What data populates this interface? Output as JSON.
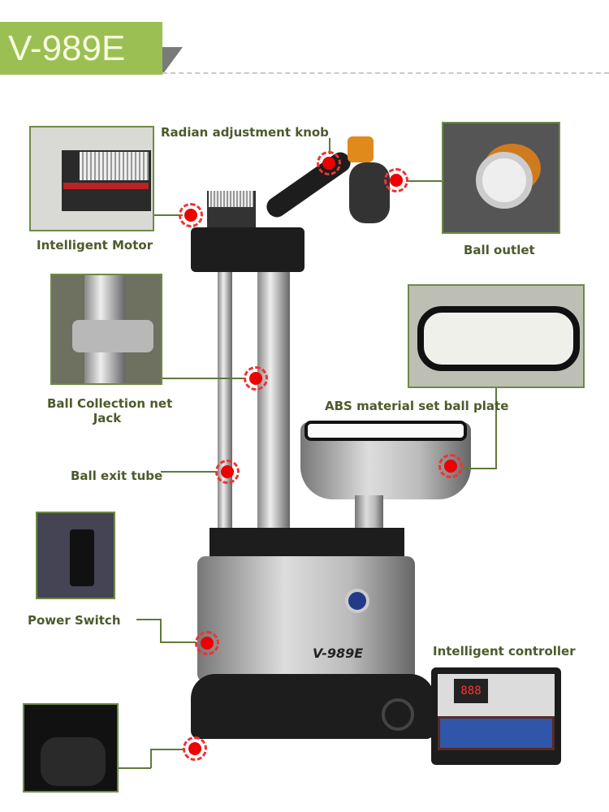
{
  "header": {
    "model": "V-989E"
  },
  "labels": {
    "radian_knob": "Radian adjustment knob",
    "motor": "Intelligent Motor",
    "ball_outlet": "Ball outlet",
    "collection_line1": "Ball Collection net",
    "collection_line2": "Jack",
    "abs_plate": "ABS material set ball plate",
    "exit_tube": "Ball exit tube",
    "power_switch": "Power Switch",
    "controller": "Intelligent controller"
  },
  "product_marking": "V-989E",
  "controller": {
    "display": "888"
  },
  "colors": {
    "accent": "#9bbf52",
    "label": "#4d5a2c",
    "marker": "#e00000"
  }
}
